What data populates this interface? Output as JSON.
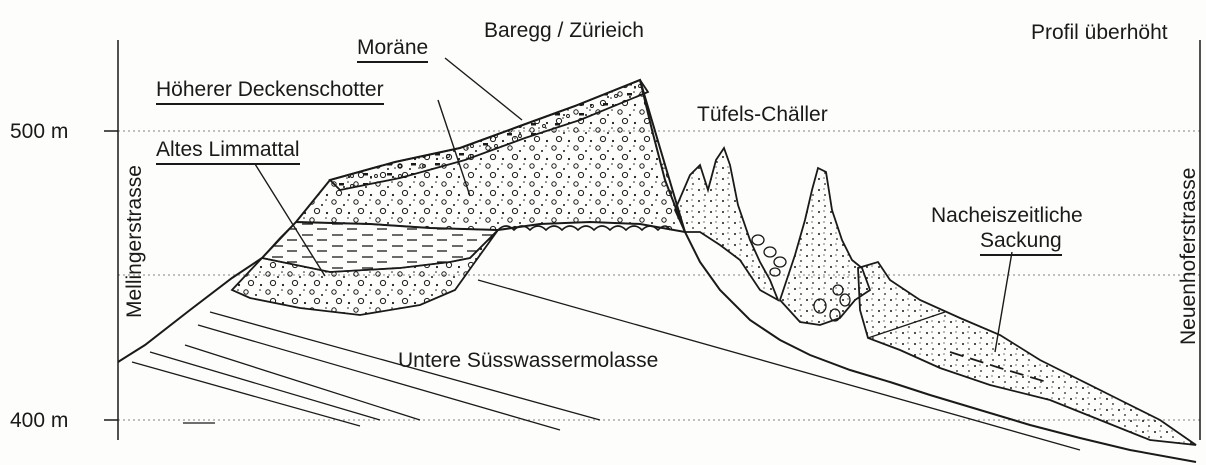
{
  "header": {
    "location": "Baregg / Zürieich",
    "note": "Profil überhöht"
  },
  "elevation_labels": {
    "upper": "500 m",
    "lower": "400 m"
  },
  "side_labels": {
    "left": "Mellingerstrasse",
    "right": "Neuenhoferstrasse"
  },
  "units": {
    "morane": "Moräne",
    "hoeherer_deckenschotter": "Höherer Deckenschotter",
    "altes_limmattal": "Altes Limmattal",
    "tuefels_chaeller": "Tüfels-Chäller",
    "sackung_line1": "Nacheiszeitliche",
    "sackung_line2": "Sackung",
    "molasse": "Untere Süsswassermolasse"
  },
  "colors": {
    "ink": "#1a1a1a",
    "paper": "#fdfdfb",
    "guide": "#9a9a9a"
  }
}
